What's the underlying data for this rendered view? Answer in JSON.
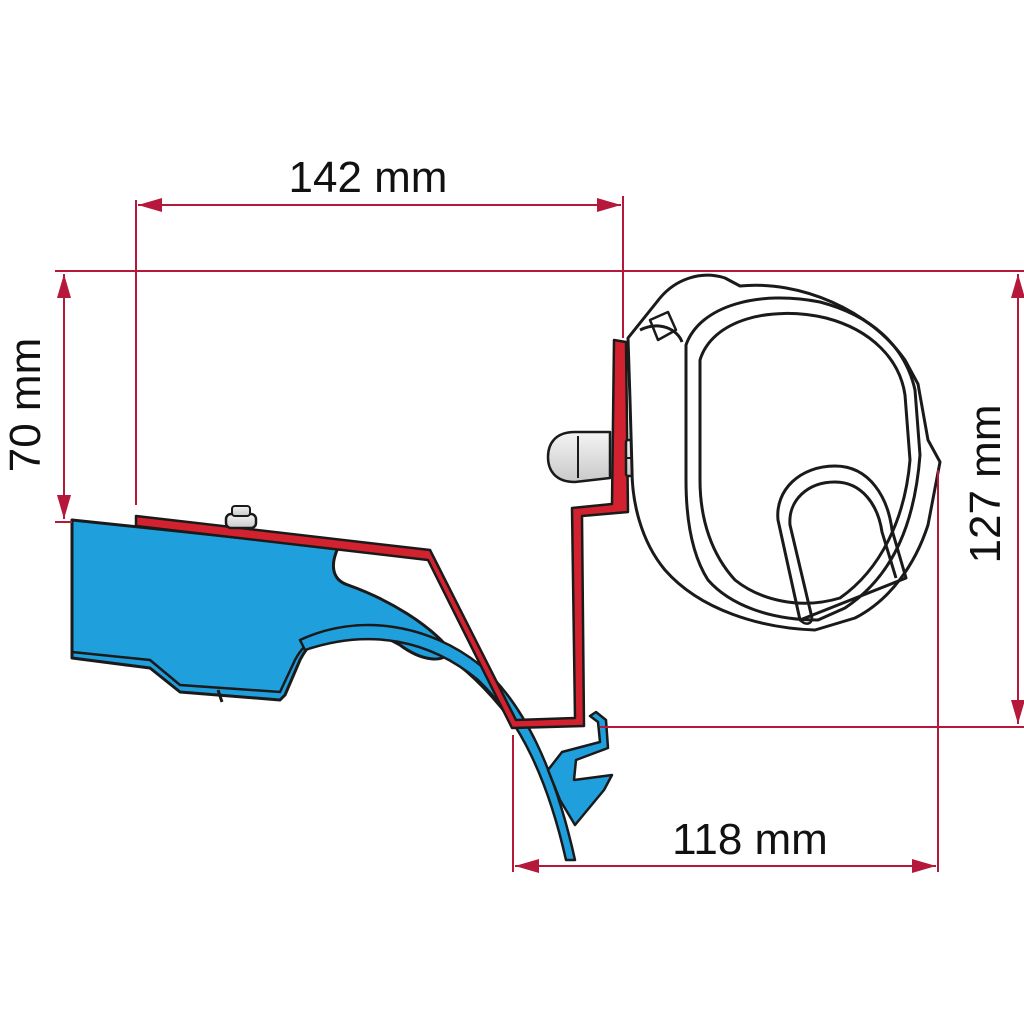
{
  "dimensions": {
    "top_width": "142 mm",
    "left_height": "70 mm",
    "right_height": "127 mm",
    "bottom_width": "118 mm"
  },
  "colors": {
    "dimension_line": "#b5183a",
    "bracket": "#d2222f",
    "vehicle_roof": "#1f9fdc",
    "outline": "#1a1a1a"
  }
}
